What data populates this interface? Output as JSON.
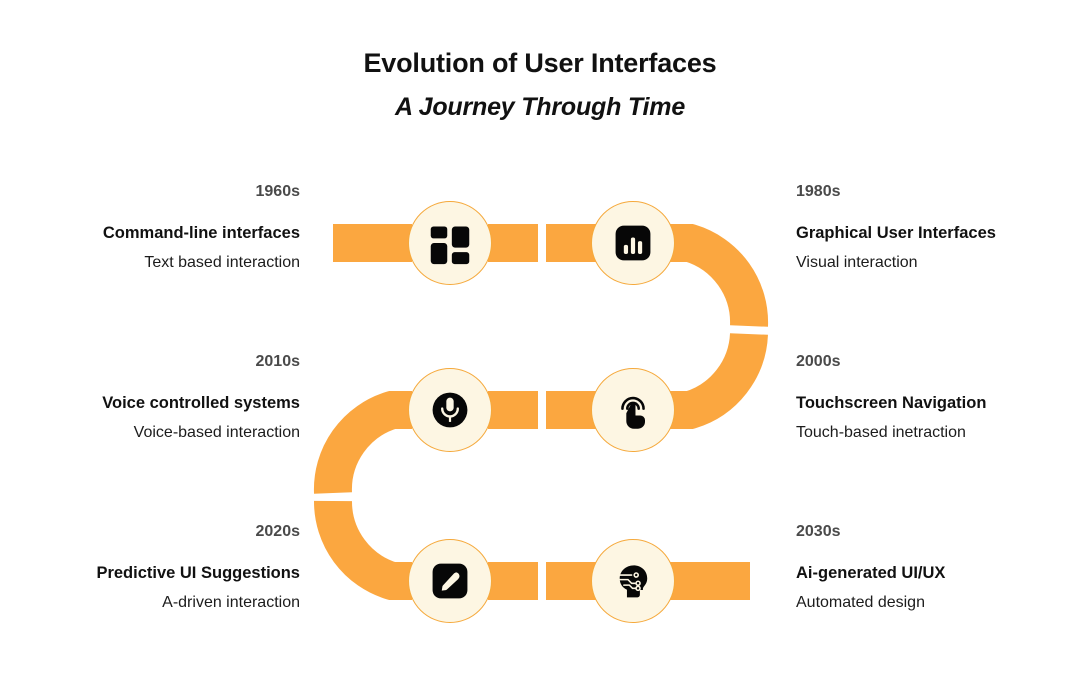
{
  "header": {
    "title": "Evolution of User Interfaces",
    "subtitle": "A Journey Through Time"
  },
  "colors": {
    "ribbon": "#FBA740",
    "node_fill": "#FDF6E3",
    "node_border": "#F5A93C",
    "decade_text": "#4A4A4A",
    "headline_text": "#111111",
    "background": "#FFFFFF"
  },
  "timeline": {
    "steps": [
      {
        "decade": "1960s",
        "headline": "Command-line interfaces",
        "description": "Text based interaction",
        "icon": "dashboard-grid-icon",
        "side": "left"
      },
      {
        "decade": "1980s",
        "headline": "Graphical User Interfaces",
        "description": "Visual interaction",
        "icon": "bar-chart-icon",
        "side": "right"
      },
      {
        "decade": "2010s",
        "headline": "Voice controlled systems",
        "description": "Voice-based interaction",
        "icon": "microphone-icon",
        "side": "left"
      },
      {
        "decade": "2000s",
        "headline": "Touchscreen Navigation",
        "description": "Touch-based inetraction",
        "icon": "touch-tap-icon",
        "side": "right"
      },
      {
        "decade": "2020s",
        "headline": "Predictive UI Suggestions",
        "description": "A-driven interaction",
        "icon": "edit-pencil-icon",
        "side": "left"
      },
      {
        "decade": "2030s",
        "headline": "Ai-generated UI/UX",
        "description": "Automated design",
        "icon": "ai-head-circuit-icon",
        "side": "right"
      }
    ]
  }
}
